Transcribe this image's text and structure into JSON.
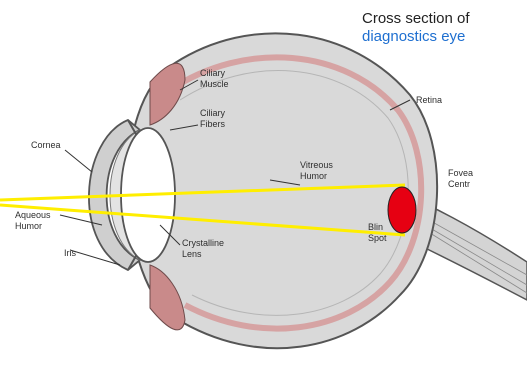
{
  "diagram": {
    "title": "Cross section of",
    "subtitle": "diagnostics eye",
    "labels": {
      "ciliary_muscle": [
        "Ciliary",
        "Muscle"
      ],
      "ciliary_fibers": [
        "Ciliary",
        "Fibers"
      ],
      "retina": "Retina",
      "cornea": "Cornea",
      "vitreous_humor": [
        "Vitreous",
        "Humor"
      ],
      "fovea": [
        "Fovea",
        "Centr"
      ],
      "aqueous_humor": [
        "Aqueous",
        "Humor"
      ],
      "crystalline_lens": [
        "Crystalline",
        "Lens"
      ],
      "iris": "Iris",
      "blind_spot": [
        "Blin",
        "Spot"
      ]
    },
    "colors": {
      "eye_fill": "#d9d9d9",
      "retina_band": "#d6a3a3",
      "outline": "#555555",
      "ciliary_muscle": "#c98a8a",
      "light_ray": "#ffee00",
      "focus_marker": "#e60012",
      "title": "#222222",
      "subtitle": "#1e6fd0"
    }
  }
}
